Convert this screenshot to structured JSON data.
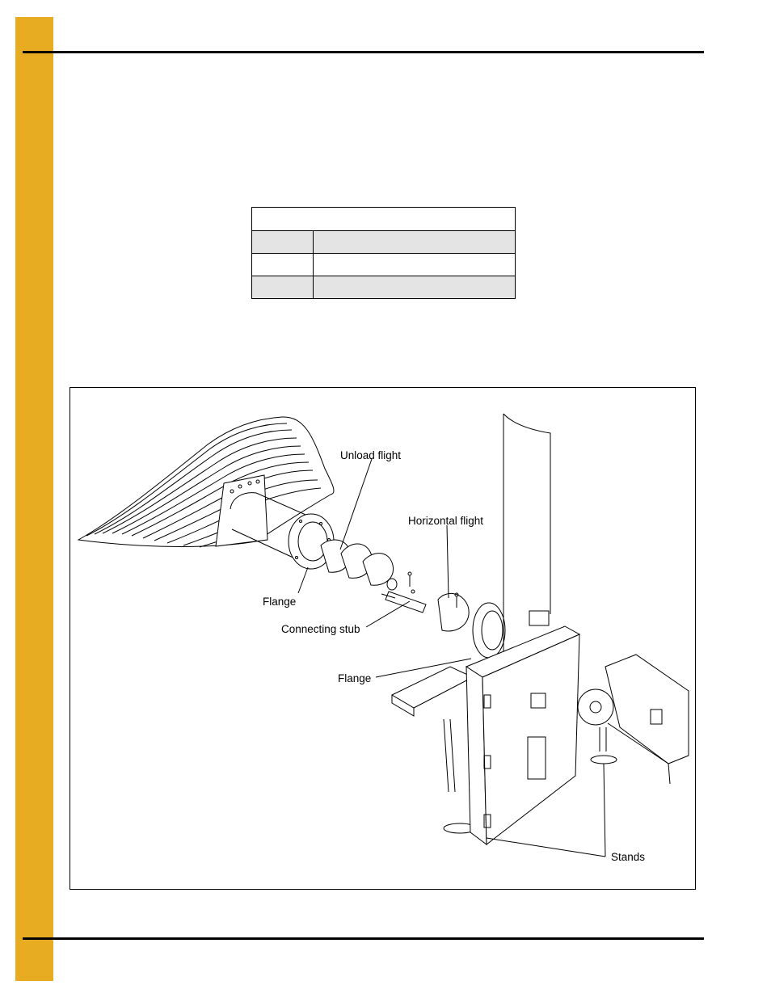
{
  "colors": {
    "accent_bar": "#E8AC22",
    "table_shade": "#E4E4E4"
  },
  "table": {
    "header": "",
    "rows": [
      {
        "col1": "",
        "col2": ""
      },
      {
        "col1": "",
        "col2": ""
      },
      {
        "col1": "",
        "col2": ""
      }
    ]
  },
  "figure": {
    "labels": {
      "unload_flight": "Unload flight",
      "horizontal_flight": "Horizontal flight",
      "flange_left": "Flange",
      "connecting_stub": "Connecting stub",
      "flange_right": "Flange",
      "stands": "Stands"
    }
  }
}
